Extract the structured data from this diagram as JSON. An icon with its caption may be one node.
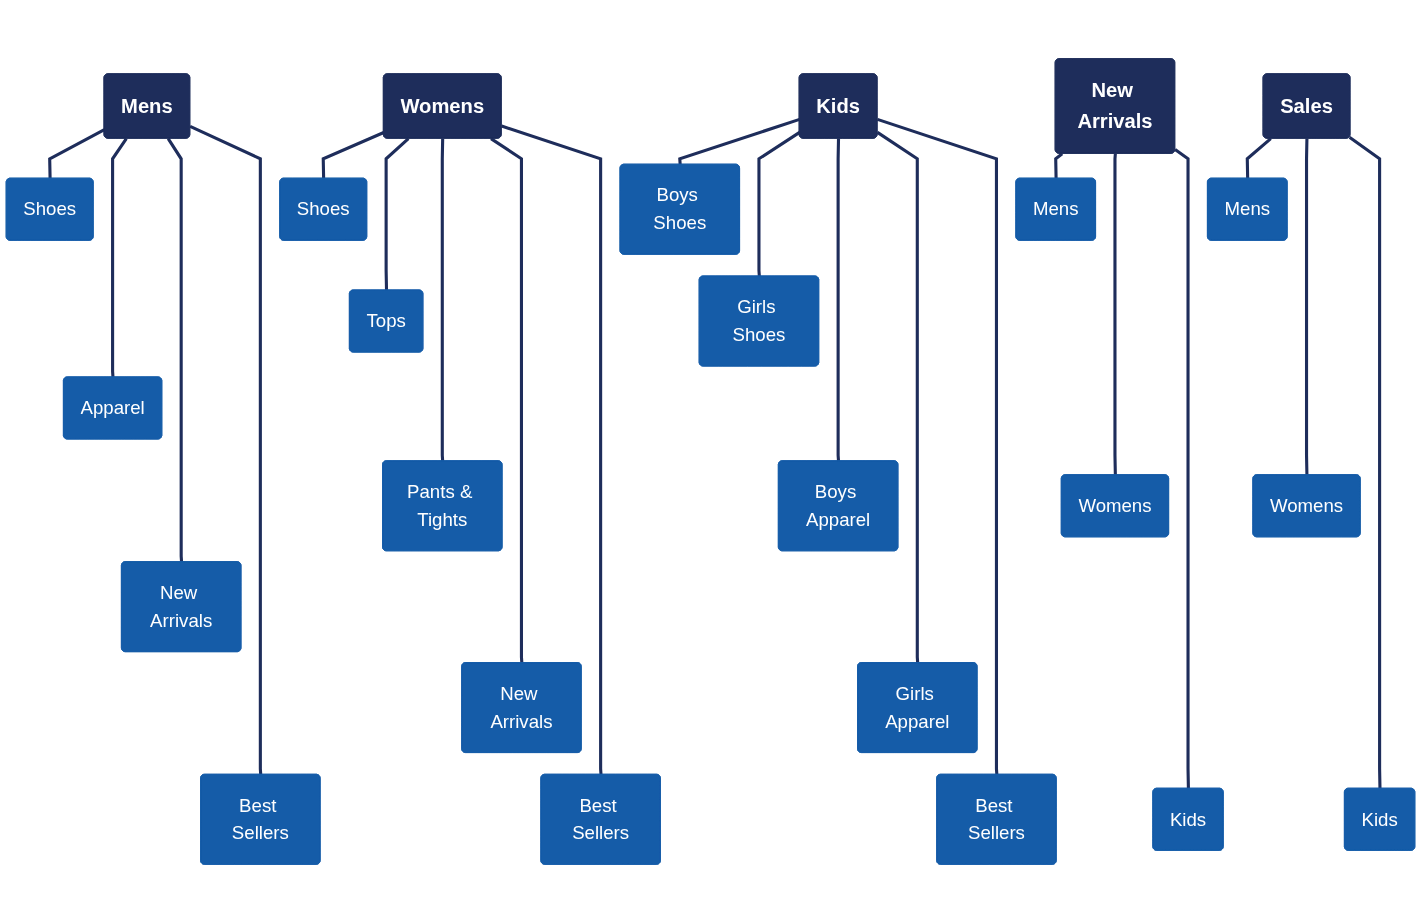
{
  "diagram": {
    "nodes": [
      {
        "text": [
          "Mens"
        ]
      },
      {
        "text": [
          "Shoes"
        ]
      },
      {
        "text": [
          "Apparel"
        ]
      },
      {
        "text": [
          "New Arrivals"
        ]
      },
      {
        "text": [
          "Best Sellers"
        ]
      },
      {
        "text": [
          "Womens"
        ]
      },
      {
        "text": [
          "Shoes"
        ]
      },
      {
        "text": [
          "Tops"
        ]
      },
      {
        "text": [
          "Pants & Tights"
        ]
      },
      {
        "text": [
          "New Arrivals"
        ]
      },
      {
        "text": [
          "Best Sellers"
        ]
      },
      {
        "text": [
          "Kids"
        ]
      },
      {
        "text": [
          "Boys Shoes"
        ]
      },
      {
        "text": [
          "Girls Shoes"
        ]
      },
      {
        "text": [
          "Boys Apparel"
        ]
      },
      {
        "text": [
          "Girls Apparel"
        ]
      },
      {
        "text": [
          "Best Sellers"
        ]
      },
      {
        "text": [
          "New Arrivals"
        ]
      },
      {
        "text": [
          "Mens"
        ]
      },
      {
        "text": [
          "Womens"
        ]
      },
      {
        "text": [
          "Kids"
        ]
      },
      {
        "text": [
          "Sales"
        ]
      },
      {
        "text": [
          "Mens"
        ]
      },
      {
        "text": [
          "Womens"
        ]
      },
      {
        "text": [
          "Kids"
        ]
      }
    ],
    "edges": [
      {
        "from": 0,
        "to": 1,
        "arrow": "none"
      },
      {
        "from": 0,
        "to": 2,
        "arrow": "none"
      },
      {
        "from": 0,
        "to": 3,
        "arrow": "none"
      },
      {
        "from": 0,
        "to": 4,
        "arrow": "none"
      },
      {
        "from": 5,
        "to": 6,
        "arrow": "none"
      },
      {
        "from": 5,
        "to": 7,
        "arrow": "none"
      },
      {
        "from": 5,
        "to": 8,
        "arrow": "none"
      },
      {
        "from": 5,
        "to": 9,
        "arrow": "none"
      },
      {
        "from": 5,
        "to": 10,
        "arrow": "none"
      },
      {
        "from": 11,
        "to": 12,
        "arrow": "none"
      },
      {
        "from": 11,
        "to": 13,
        "arrow": "none"
      },
      {
        "from": 11,
        "to": 14,
        "arrow": "none"
      },
      {
        "from": 11,
        "to": 15,
        "arrow": "none"
      },
      {
        "from": 11,
        "to": 16,
        "arrow": "none"
      },
      {
        "from": 17,
        "to": 18,
        "arrow": "none"
      },
      {
        "from": 17,
        "to": 19,
        "arrow": "none"
      },
      {
        "from": 17,
        "to": 20,
        "arrow": "none"
      },
      {
        "from": 21,
        "to": 22,
        "arrow": "none"
      },
      {
        "from": 21,
        "to": 23,
        "arrow": "none"
      },
      {
        "from": 21,
        "to": 24,
        "arrow": "none"
      }
    ]
  }
}
